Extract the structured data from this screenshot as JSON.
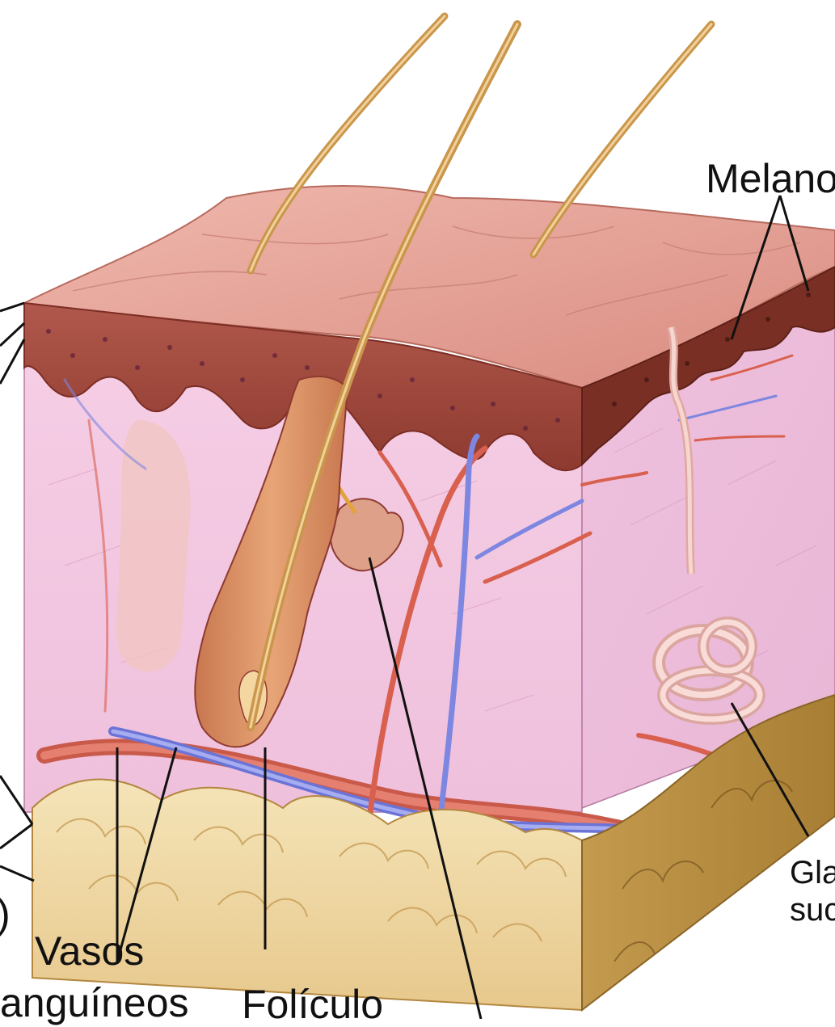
{
  "figure": {
    "labels": {
      "melanocitos": "Melanoc",
      "glandula_line1": "Gla",
      "glandula_line2": "suc",
      "vasos_line1": "Vasos",
      "vasos_line2": "anguíneos",
      "foliculo": "Folículo",
      "left_paren": ")"
    }
  },
  "colors": {
    "skin_top": "#e8a59a",
    "epidermis": "#a4473a",
    "dermis": "#f3c6e2",
    "fat": "#f3dfae",
    "hair": "#d9a85a",
    "artery": "#d9604f",
    "vein": "#7d86e0"
  }
}
